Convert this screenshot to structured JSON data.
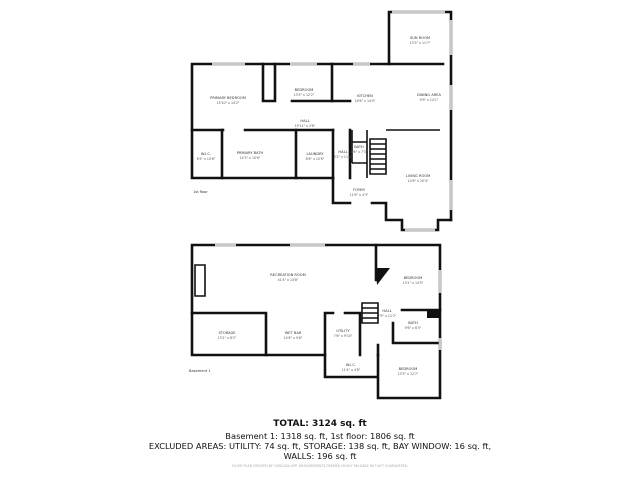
{
  "floors": [
    {
      "label": "1st floor",
      "rooms": [
        {
          "name": "SUN ROOM",
          "dim": "13'3\" x 11'7\""
        },
        {
          "name": "PRIMARY BEDROOM",
          "dim": "15'10\" x 14'2\""
        },
        {
          "name": "BEDROOM",
          "dim": "13'5\" x 12'2\""
        },
        {
          "name": "KITCHEN",
          "dim": "16'6\" x 14'0\""
        },
        {
          "name": "DINING AREA",
          "dim": "9'9\" x 14'1\""
        },
        {
          "name": "HALL",
          "dim": "19'11\" x 3'8\""
        },
        {
          "name": "W.I.C.",
          "dim": "6'5\" x 10'6\""
        },
        {
          "name": "PRIMARY BATH",
          "dim": "14'3\" x 10'6\""
        },
        {
          "name": "LAUNDRY",
          "dim": "8'6\" x 10'6\""
        },
        {
          "name": "HALL",
          "dim": "3'2\" x 11'0\""
        },
        {
          "name": "BATH",
          "dim": "8'6\" x 7'3\""
        },
        {
          "name": "LIVING ROOM",
          "dim": "14'6\" x 20'4\""
        },
        {
          "name": "FOYER",
          "dim": "11'6\" x 4'3\""
        }
      ]
    },
    {
      "label": "Basement 1",
      "rooms": [
        {
          "name": "RECREATION ROOM",
          "dim": "41'4\" x 14'8\""
        },
        {
          "name": "BEDROOM",
          "dim": "13'1\" x 14'5\""
        },
        {
          "name": "HALL",
          "dim": "7'9\" x 12'2\""
        },
        {
          "name": "BATH",
          "dim": "9'6\" x 6'5\""
        },
        {
          "name": "STORAGE",
          "dim": "13'1\" x 8'2\""
        },
        {
          "name": "WET BAR",
          "dim": "14'8\" x 9'6\""
        },
        {
          "name": "UTILITY",
          "dim": "7'6\" x 9'10\""
        },
        {
          "name": "W.I.C.",
          "dim": "11'4\" x 4'8\""
        },
        {
          "name": "BEDROOM",
          "dim": "13'3\" x 12'7\""
        }
      ]
    }
  ],
  "summary": {
    "total": "TOTAL: 3124 sq. ft",
    "line1": "Basement 1: 1318 sq. ft, 1st floor: 1806 sq. ft",
    "line2": "EXCLUDED AREAS: UTILITY: 74 sq. ft, STORAGE: 138 sq. ft, BAY WINDOW: 16 sq. ft,",
    "line3": "WALLS: 196 sq. ft",
    "credit": "FLOOR PLAN CREATED BY CUBICASA APP. MEASUREMENTS DEEMED HIGHLY RELIABLE BUT NOT GUARANTEED."
  }
}
